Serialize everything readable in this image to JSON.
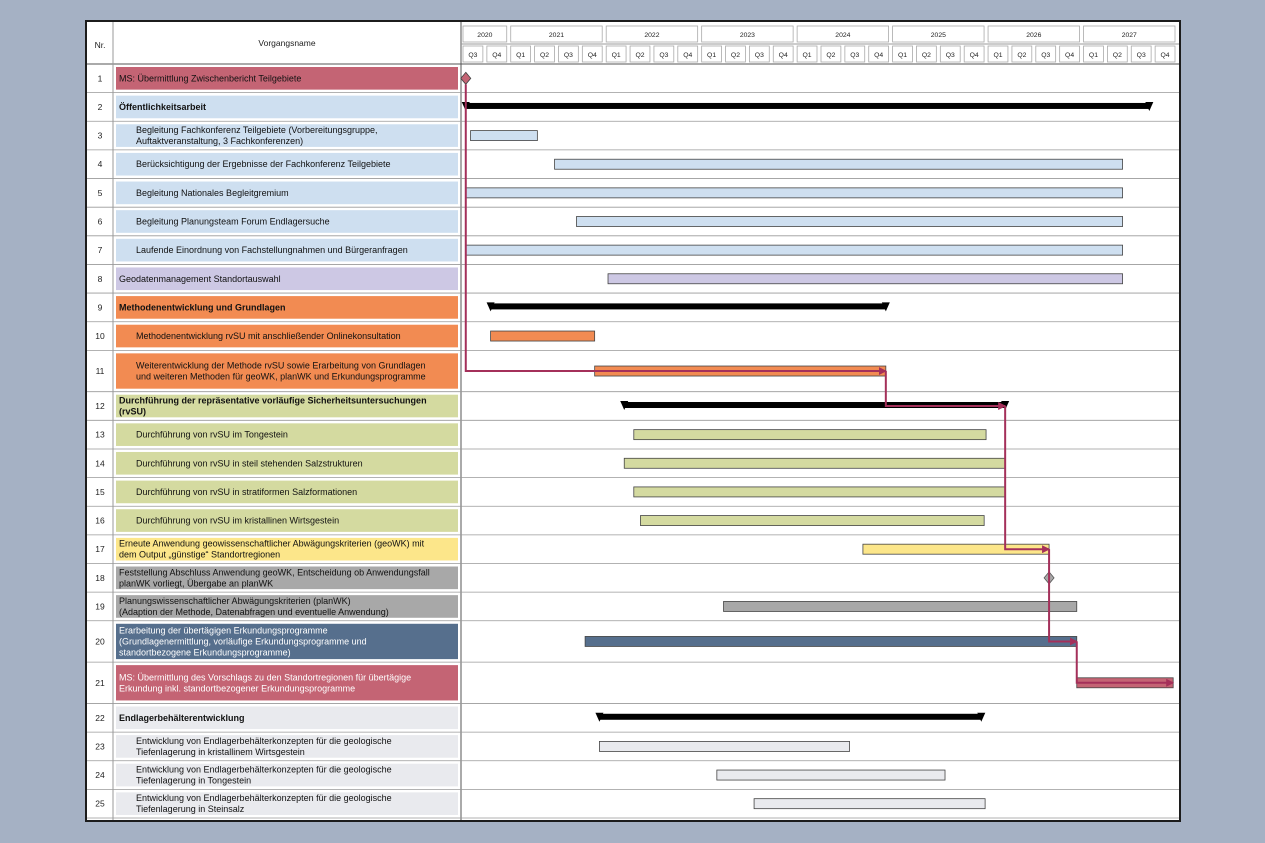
{
  "header": {
    "nr_label": "Nr.",
    "name_label": "Vorgangsname"
  },
  "colors": {
    "milestone": "#c46474",
    "public": "#cedff0",
    "geo": "#cdc8e4",
    "method": "#f28b52",
    "rvsu": "#d4daa0",
    "geowk": "#fce68a",
    "grey": "#a8a8a8",
    "blue": "#566f8d",
    "container": "#e9eaee",
    "connector": "#a4305a"
  },
  "chart_data": {
    "type": "gantt",
    "years": [
      {
        "label": "2020",
        "start": 2020.5,
        "end": 2021.0
      },
      {
        "label": "2021",
        "start": 2021.0,
        "end": 2022.0
      },
      {
        "label": "2022",
        "start": 2022.0,
        "end": 2023.0
      },
      {
        "label": "2023",
        "start": 2023.0,
        "end": 2024.0
      },
      {
        "label": "2024",
        "start": 2024.0,
        "end": 2025.0
      },
      {
        "label": "2025",
        "start": 2025.0,
        "end": 2026.0
      },
      {
        "label": "2026",
        "start": 2026.0,
        "end": 2027.0
      },
      {
        "label": "2027",
        "start": 2027.0,
        "end": 2028.0
      }
    ],
    "quarters": [
      "Q3",
      "Q4",
      "Q1",
      "Q2",
      "Q3",
      "Q4",
      "Q1",
      "Q2",
      "Q3",
      "Q4",
      "Q1",
      "Q2",
      "Q3",
      "Q4",
      "Q1",
      "Q2",
      "Q3",
      "Q4",
      "Q1",
      "Q2",
      "Q3",
      "Q4",
      "Q1",
      "Q2",
      "Q3",
      "Q4",
      "Q1",
      "Q2",
      "Q3",
      "Q4"
    ],
    "x_range": [
      2020.5,
      2028.0
    ],
    "rows": [
      {
        "nr": "1",
        "lines": [
          "MS: Übermittlung Zwischenbericht Teilgebiete"
        ],
        "bold": false,
        "indent": false,
        "color": "milestone",
        "light": false,
        "type": "milestone",
        "at": 2020.55
      },
      {
        "nr": "2",
        "lines": [
          "Öffentlichkeitsarbeit"
        ],
        "bold": true,
        "indent": false,
        "color": "public",
        "light": false,
        "type": "summary",
        "start": 2020.55,
        "end": 2027.71
      },
      {
        "nr": "3",
        "lines": [
          "Begleitung Fachkonferenz Teilgebiete (Vorbereitungsgruppe,",
          "Auftaktveranstaltung, 3 Fachkonferenzen)"
        ],
        "bold": false,
        "indent": true,
        "color": "public",
        "light": false,
        "type": "bar",
        "start": 2020.6,
        "end": 2021.3,
        "fill": "public"
      },
      {
        "nr": "4",
        "lines": [
          "Berücksichtigung der Ergebnisse der Fachkonferenz Teilgebiete"
        ],
        "bold": false,
        "indent": true,
        "color": "public",
        "light": false,
        "type": "bar",
        "start": 2021.48,
        "end": 2027.43,
        "fill": "public"
      },
      {
        "nr": "5",
        "lines": [
          "Begleitung Nationales Begleitgremium"
        ],
        "bold": false,
        "indent": true,
        "color": "public",
        "light": false,
        "type": "bar",
        "start": 2020.55,
        "end": 2027.43,
        "fill": "public"
      },
      {
        "nr": "6",
        "lines": [
          "Begleitung Planungsteam Forum Endlagersuche"
        ],
        "bold": false,
        "indent": true,
        "color": "public",
        "light": false,
        "type": "bar",
        "start": 2021.71,
        "end": 2027.43,
        "fill": "public"
      },
      {
        "nr": "7",
        "lines": [
          "Laufende Einordnung von Fachstellungnahmen und Bürgeranfragen"
        ],
        "bold": false,
        "indent": true,
        "color": "public",
        "light": false,
        "type": "bar",
        "start": 2020.55,
        "end": 2027.43,
        "fill": "public"
      },
      {
        "nr": "8",
        "lines": [
          "Geodatenmanagement Standortauswahl"
        ],
        "bold": false,
        "indent": false,
        "color": "geo",
        "light": false,
        "type": "bar",
        "start": 2022.04,
        "end": 2027.43,
        "fill": "geo"
      },
      {
        "nr": "9",
        "lines": [
          "Methodenentwicklung und Grundlagen"
        ],
        "bold": true,
        "indent": false,
        "color": "method",
        "light": false,
        "type": "summary",
        "start": 2020.81,
        "end": 2024.95
      },
      {
        "nr": "10",
        "lines": [
          "Methodenentwicklung rvSU mit anschließender Onlinekonsultation"
        ],
        "bold": false,
        "indent": true,
        "color": "method",
        "light": false,
        "type": "bar",
        "start": 2020.81,
        "end": 2021.9,
        "fill": "method"
      },
      {
        "nr": "11",
        "lines": [
          "Weiterentwicklung der Methode rvSU sowie Erarbeitung von Grundlagen",
          "und weiteren Methoden für geoWK, planWK und Erkundungsprogramme"
        ],
        "bold": false,
        "indent": true,
        "color": "method",
        "light": false,
        "type": "bar",
        "start": 2021.9,
        "end": 2024.95,
        "fill": "method"
      },
      {
        "nr": "12",
        "lines": [
          "Durchführung der repräsentative vorläufige Sicherheitsuntersuchungen",
          "(rvSU)"
        ],
        "bold": true,
        "indent": false,
        "color": "rvsu",
        "light": false,
        "type": "summary",
        "start": 2022.21,
        "end": 2026.2
      },
      {
        "nr": "13",
        "lines": [
          "Durchführung von rvSU im Tongestein"
        ],
        "bold": false,
        "indent": true,
        "color": "rvsu",
        "light": false,
        "type": "bar",
        "start": 2022.31,
        "end": 2026.0,
        "fill": "rvsu"
      },
      {
        "nr": "14",
        "lines": [
          "Durchführung von rvSU in steil stehenden Salzstrukturen"
        ],
        "bold": false,
        "indent": true,
        "color": "rvsu",
        "light": false,
        "type": "bar",
        "start": 2022.21,
        "end": 2026.2,
        "fill": "rvsu"
      },
      {
        "nr": "15",
        "lines": [
          "Durchführung von rvSU in stratiformen Salzformationen"
        ],
        "bold": false,
        "indent": true,
        "color": "rvsu",
        "light": false,
        "type": "bar",
        "start": 2022.31,
        "end": 2026.2,
        "fill": "rvsu"
      },
      {
        "nr": "16",
        "lines": [
          "Durchführung von rvSU im kristallinen Wirtsgestein"
        ],
        "bold": false,
        "indent": true,
        "color": "rvsu",
        "light": false,
        "type": "bar",
        "start": 2022.38,
        "end": 2025.98,
        "fill": "rvsu"
      },
      {
        "nr": "17",
        "lines": [
          "Erneute Anwendung geowissenschaftlicher Abwägungskriterien (geoWK) mit",
          "dem Output „günstige“ Standortregionen"
        ],
        "bold": false,
        "indent": false,
        "color": "geowk",
        "light": false,
        "type": "bar",
        "start": 2024.71,
        "end": 2026.66,
        "fill": "geowk"
      },
      {
        "nr": "18",
        "lines": [
          "Feststellung Abschluss Anwendung geoWK, Entscheidung ob Anwendungsfall",
          "planWK vorliegt, Übergabe an planWK"
        ],
        "bold": false,
        "indent": false,
        "color": "grey",
        "light": false,
        "type": "diamond",
        "at": 2026.66
      },
      {
        "nr": "19",
        "lines": [
          "Planungswissenschaftlicher Abwägungskriterien (planWK)",
          "(Adaption der Methode, Datenabfragen und eventuelle Anwendung)"
        ],
        "bold": false,
        "indent": false,
        "color": "grey",
        "light": false,
        "type": "bar",
        "start": 2023.25,
        "end": 2026.95,
        "fill": "grey"
      },
      {
        "nr": "20",
        "lines": [
          "Erarbeitung der übertägigen Erkundungsprogramme",
          "(Grundlagenermittlung, vorläufige Erkundungsprogramme und",
          "standortbezogene Erkundungsprogramme)"
        ],
        "bold": false,
        "indent": false,
        "color": "blue",
        "light": true,
        "type": "bar",
        "start": 2021.8,
        "end": 2026.95,
        "fill": "blue"
      },
      {
        "nr": "21",
        "lines": [
          "MS: Übermittlung des Vorschlags zu den Standortregionen für übertägige",
          "Erkundung inkl. standortbezogener Erkundungsprogramme"
        ],
        "bold": false,
        "indent": false,
        "color": "milestone",
        "light": true,
        "type": "bar",
        "start": 2026.95,
        "end": 2027.96,
        "fill": "milestone"
      },
      {
        "nr": "22",
        "lines": [
          "Endlagerbehälterentwicklung"
        ],
        "bold": true,
        "indent": false,
        "color": "container",
        "light": false,
        "type": "summary",
        "start": 2021.95,
        "end": 2025.95
      },
      {
        "nr": "23",
        "lines": [
          "Entwicklung von Endlagerbehälterkonzepten für die geologische",
          "Tiefenlagerung in kristallinem Wirtsgestein"
        ],
        "bold": false,
        "indent": true,
        "color": "container",
        "light": false,
        "type": "bar",
        "start": 2021.95,
        "end": 2024.57,
        "fill": "container"
      },
      {
        "nr": "24",
        "lines": [
          "Entwicklung von Endlagerbehälterkonzepten für die geologische",
          "Tiefenlagerung in Tongestein"
        ],
        "bold": false,
        "indent": true,
        "color": "container",
        "light": false,
        "type": "bar",
        "start": 2023.18,
        "end": 2025.57,
        "fill": "container"
      },
      {
        "nr": "25",
        "lines": [
          "Entwicklung von Endlagerbehälterkonzepten für die geologische",
          "Tiefenlagerung in Steinsalz"
        ],
        "bold": false,
        "indent": true,
        "color": "container",
        "light": false,
        "type": "bar",
        "start": 2023.57,
        "end": 2025.99,
        "fill": "container"
      }
    ],
    "connectors": [
      {
        "from_row": "1",
        "to_row": "11",
        "x_from": 2020.5,
        "x_to": 2024.95
      },
      {
        "from_row": "11",
        "to_row": "12",
        "x_from": 2024.95,
        "x_to": 2026.2
      },
      {
        "from_row": "12",
        "to_row": "17",
        "x_from": 2026.2,
        "x_to": 2026.66
      },
      {
        "from_row": "17",
        "to_row": "20",
        "x_from": 2026.66,
        "x_to": 2026.95
      },
      {
        "from_row": "20",
        "to_row": "21",
        "x_from": 2026.95,
        "x_to": 2027.96
      }
    ]
  }
}
